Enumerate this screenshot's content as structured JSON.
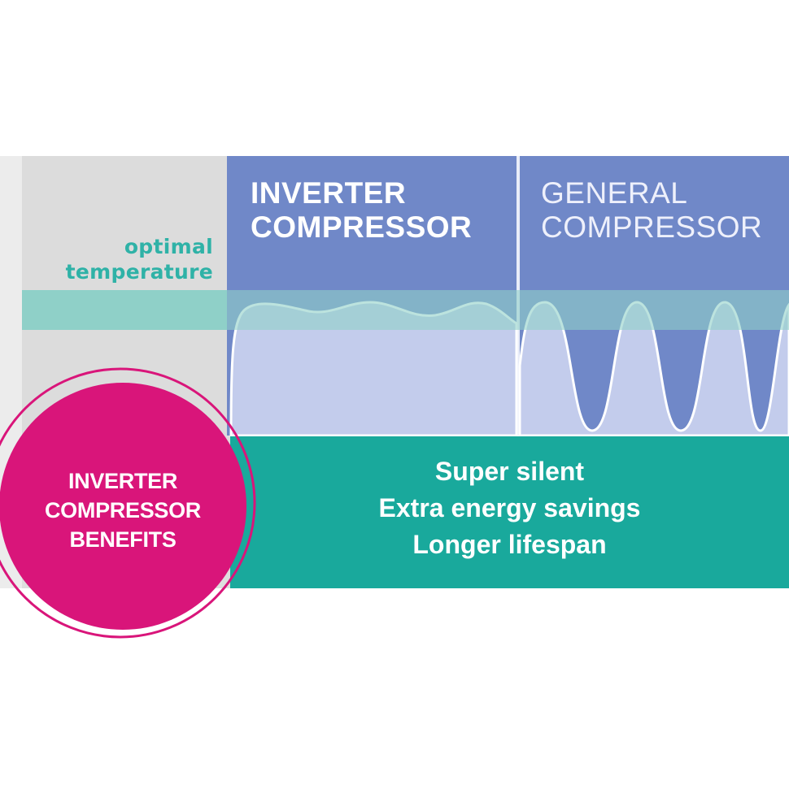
{
  "optimal_label": {
    "line1": "optimal",
    "line2": "temperature"
  },
  "columns": [
    {
      "line1": "INVERTER",
      "line2": "COMPRESSOR"
    },
    {
      "line1": "GENERAL",
      "line2": "COMPRESSOR"
    }
  ],
  "benefits": [
    "Super silent",
    "Extra energy savings",
    "Longer lifespan"
  ],
  "badge": {
    "line1": "INVERTER",
    "line2": "COMPRESSOR",
    "line3": "BENEFITS"
  },
  "colors": {
    "panel_blue": "#7088c8",
    "wave_fill": "#c3ccec",
    "optimal_band": "#8fd0c8",
    "benefits_teal": "#19a99c",
    "label_teal": "#2fb2a7",
    "gray_panel": "#dcdcdc",
    "badge_magenta": "#d9157a"
  }
}
